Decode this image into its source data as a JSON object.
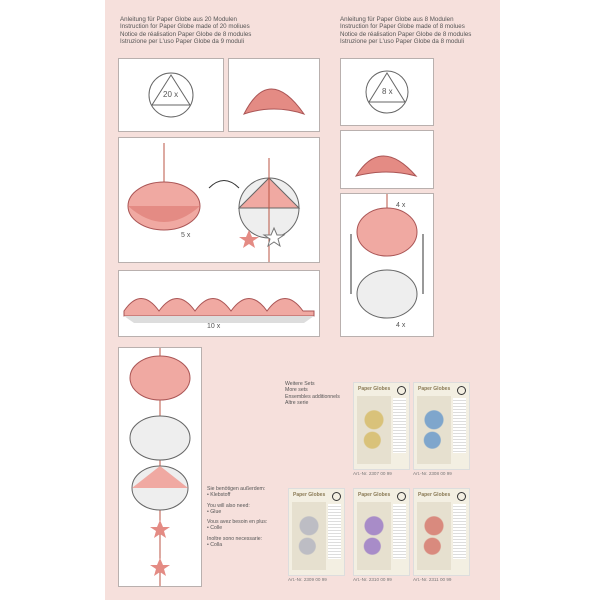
{
  "heading_20": [
    "Anleitung für Paper Globe aus 20 Modulen",
    "Instruction for Paper Globe made of 20 moliues",
    "Notice de réalisation Paper Globe de 8 modules",
    "Istruzione per L'uso Paper Globe da 9 moduli"
  ],
  "heading_8": [
    "Anleitung für Paper Globe aus 8 Modulen",
    "Instruction for Paper Globe made of 8 molues",
    "Notice de réalisation Paper Globe de 8 modules",
    "Istruzione per L'uso Paper Globe da 8 moduli"
  ],
  "counts": {
    "c20": "20 x",
    "c8": "8 x",
    "c5": "5 x",
    "c10": "10 x",
    "c4a": "4 x",
    "c4b": "4 x"
  },
  "more_sets": [
    "Weitere Sets",
    "More sets",
    "Ensembles additionnels",
    "Altre serie"
  ],
  "also_need": [
    "Sie benötigen außerdem:",
    "• Klebstoff",
    "You will also need:",
    "• Glue",
    "Vous avez besoin en plus:",
    "• Colle",
    "Inoltre sono necessarie:",
    "• Colla"
  ],
  "products": [
    {
      "title": "Paper Globes",
      "art": "Art.-Nr. 2307 00 99",
      "color": "#d9c27a"
    },
    {
      "title": "Paper Globes",
      "art": "Art.-Nr. 2308 00 99",
      "color": "#7fa6cc"
    },
    {
      "title": "Paper Globes",
      "art": "Art.-Nr. 2309 00 99",
      "color": "#bdbdc4"
    },
    {
      "title": "Paper Globes",
      "art": "Art.-Nr. 2310 00 99",
      "color": "#a88cc8"
    },
    {
      "title": "Paper Globes",
      "art": "Art.-Nr. 2311 00 99",
      "color": "#d98a7e"
    }
  ]
}
